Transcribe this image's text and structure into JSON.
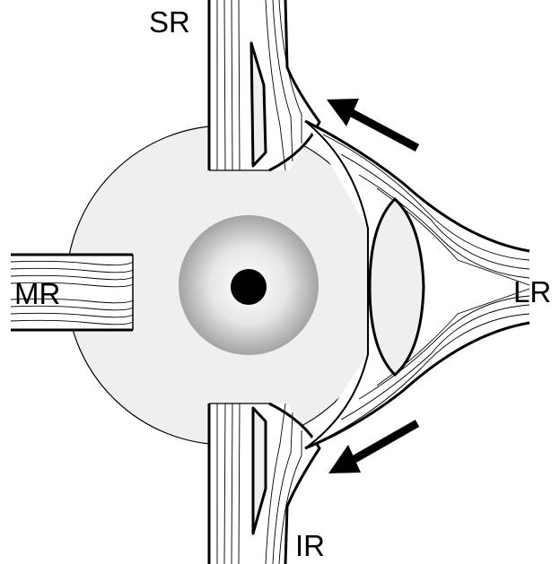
{
  "labels": {
    "sr": "SR",
    "mr": "MR",
    "lr": "LR",
    "ir": "IR"
  },
  "colors": {
    "globe": "#efefef",
    "iris_center": "#ffffff",
    "iris_edge": "#9a9a9a",
    "pupil": "#000000",
    "line": "#000000"
  },
  "icons": {
    "arrows": "arrow"
  }
}
